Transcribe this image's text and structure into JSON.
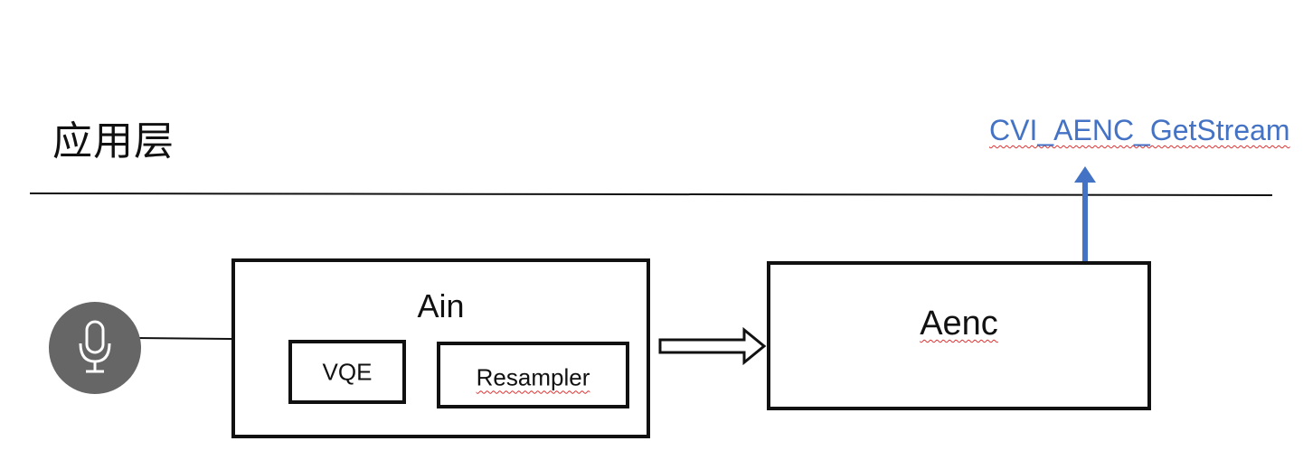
{
  "layer": {
    "title": "应用层"
  },
  "ain": {
    "label": "Ain",
    "vqe_label": "VQE",
    "resampler_label": "Resampler"
  },
  "aenc": {
    "label": "Aenc"
  },
  "api": {
    "label": "CVI_AENC_GetStream"
  },
  "colors": {
    "stroke": "#111111",
    "api_text": "#4472c4",
    "api_arrow": "#4472c4",
    "mic_circle": "#666666",
    "spellcheck": "#e03030"
  },
  "icons": {
    "microphone": "microphone-icon"
  }
}
